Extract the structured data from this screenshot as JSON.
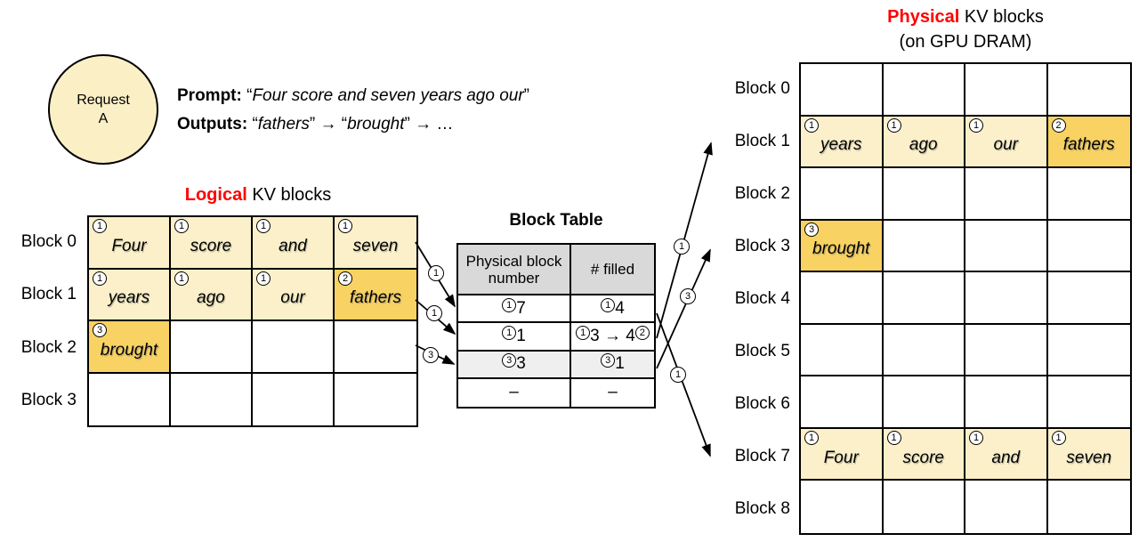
{
  "palette": {
    "light_yellow": "#FBF0C9",
    "gold": "#F8D262",
    "header_gray": "#D9D9D9",
    "shaded_row_gray": "#EFEFEF",
    "accent_red": "#FF0000"
  },
  "request_badge": {
    "line1": "Request",
    "line2": "A"
  },
  "prompt_panel": {
    "prompt": [
      {
        "b": "Prompt: "
      },
      {
        "t": "“"
      },
      {
        "i": "Four score and seven years ago our"
      },
      {
        "t": "”"
      }
    ],
    "outputs": [
      {
        "b": "Outputs: "
      },
      {
        "t": "“"
      },
      {
        "i": "fathers"
      },
      {
        "t": "” → “"
      },
      {
        "i": "brought"
      },
      {
        "t": "” → …"
      }
    ]
  },
  "logical": {
    "title": [
      {
        "br": "Logical"
      },
      {
        "t": " KV blocks"
      }
    ],
    "row_labels": [
      "Block 0",
      "Block 1",
      "Block 2",
      "Block 3"
    ],
    "grid": [
      [
        {
          "n": "1",
          "w": "Four",
          "bg": "light"
        },
        {
          "n": "1",
          "w": "score",
          "bg": "light"
        },
        {
          "n": "1",
          "w": "and",
          "bg": "light"
        },
        {
          "n": "1",
          "w": "seven",
          "bg": "light"
        }
      ],
      [
        {
          "n": "1",
          "w": "years",
          "bg": "light"
        },
        {
          "n": "1",
          "w": "ago",
          "bg": "light"
        },
        {
          "n": "1",
          "w": "our",
          "bg": "light"
        },
        {
          "n": "2",
          "w": "fathers",
          "bg": "gold"
        }
      ],
      [
        {
          "n": "3",
          "w": "brought",
          "bg": "gold"
        },
        {},
        {},
        {}
      ],
      [
        {},
        {},
        {},
        {}
      ]
    ]
  },
  "block_table": {
    "title": "Block Table",
    "col_headers": [
      "Physical block number",
      "# filled"
    ],
    "rows": [
      {
        "shaded": false,
        "cells": [
          [
            {
              "c": "1"
            },
            {
              "t": "7"
            }
          ],
          [
            {
              "c": "1"
            },
            {
              "t": "4"
            }
          ]
        ]
      },
      {
        "shaded": false,
        "cells": [
          [
            {
              "c": "1"
            },
            {
              "t": "1"
            }
          ],
          [
            {
              "c": "1"
            },
            {
              "t": "3 → 4"
            },
            {
              "c": "2"
            }
          ]
        ]
      },
      {
        "shaded": true,
        "cells": [
          [
            {
              "c": "3"
            },
            {
              "t": "3"
            }
          ],
          [
            {
              "c": "3"
            },
            {
              "t": "1"
            }
          ]
        ]
      },
      {
        "shaded": false,
        "cells": [
          [
            {
              "t": "–"
            }
          ],
          [
            {
              "t": "–"
            }
          ]
        ]
      }
    ]
  },
  "physical": {
    "title": [
      {
        "br": "Physical"
      },
      {
        "t": " KV blocks"
      }
    ],
    "subtitle": "(on GPU DRAM)",
    "row_labels": [
      "Block 0",
      "Block 1",
      "Block 2",
      "Block 3",
      "Block 4",
      "Block 5",
      "Block 6",
      "Block 7",
      "Block 8"
    ],
    "grid": [
      [
        {},
        {},
        {},
        {}
      ],
      [
        {
          "n": "1",
          "w": "years",
          "bg": "light"
        },
        {
          "n": "1",
          "w": "ago",
          "bg": "light"
        },
        {
          "n": "1",
          "w": "our",
          "bg": "light"
        },
        {
          "n": "2",
          "w": "fathers",
          "bg": "gold"
        }
      ],
      [
        {},
        {},
        {},
        {}
      ],
      [
        {
          "n": "3",
          "w": "brought",
          "bg": "gold"
        },
        {},
        {},
        {}
      ],
      [
        {},
        {},
        {},
        {}
      ],
      [
        {},
        {},
        {},
        {}
      ],
      [
        {},
        {},
        {},
        {}
      ],
      [
        {
          "n": "1",
          "w": "Four",
          "bg": "light"
        },
        {
          "n": "1",
          "w": "score",
          "bg": "light"
        },
        {
          "n": "1",
          "w": "and",
          "bg": "light"
        },
        {
          "n": "1",
          "w": "seven",
          "bg": "light"
        }
      ],
      [
        {},
        {},
        {},
        {}
      ]
    ]
  },
  "connectors": {
    "left": [
      {
        "label": "1"
      },
      {
        "label": "1"
      },
      {
        "label": "3"
      }
    ],
    "right": [
      {
        "label": "1"
      },
      {
        "label": "3"
      },
      {
        "label": "1"
      }
    ]
  }
}
